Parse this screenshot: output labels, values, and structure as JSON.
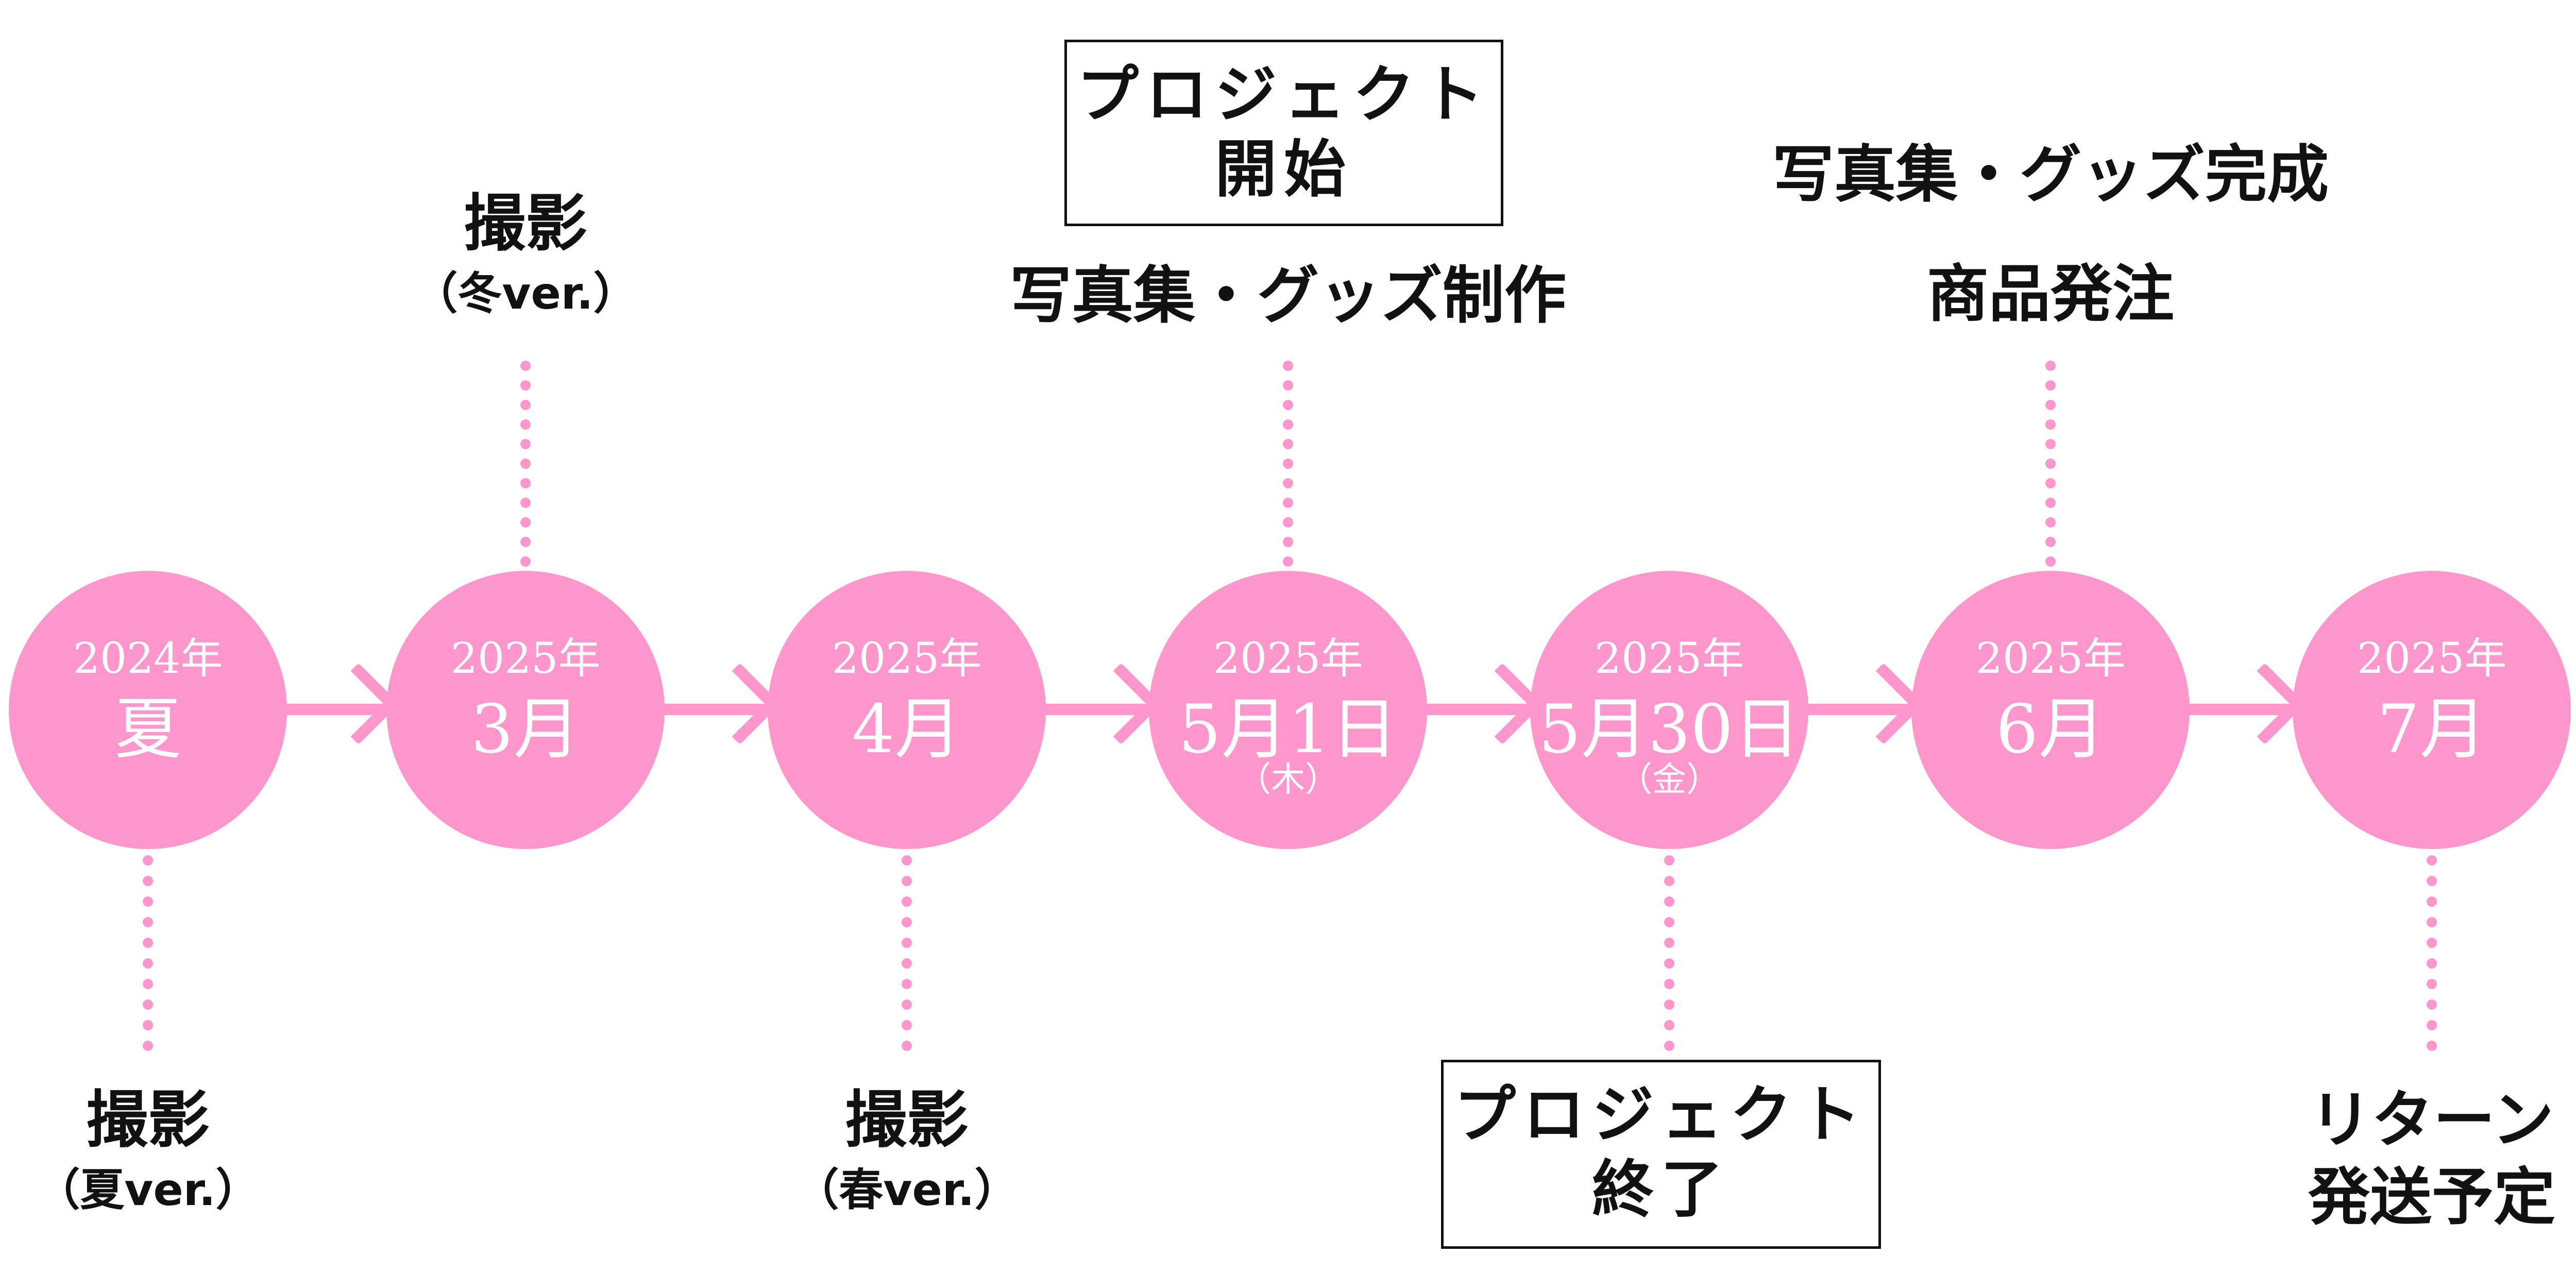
{
  "colors": {
    "accent": "#ff96cc",
    "text": "#111111"
  },
  "milestones": [
    {
      "year": "2024年",
      "label": "夏",
      "day": ""
    },
    {
      "year": "2025年",
      "label": "3月",
      "day": ""
    },
    {
      "year": "2025年",
      "label": "4月",
      "day": ""
    },
    {
      "year": "2025年",
      "label": "5月1日",
      "day": "（木）"
    },
    {
      "year": "2025年",
      "label": "5月30日",
      "day": "（金）"
    },
    {
      "year": "2025年",
      "label": "6月",
      "day": ""
    },
    {
      "year": "2025年",
      "label": "7月",
      "day": ""
    }
  ],
  "events": {
    "summer_shoot": {
      "title": "撮影",
      "sub": "（夏ver.）"
    },
    "march_shoot": {
      "title": "撮影",
      "sub": "（冬ver.）"
    },
    "april_shoot": {
      "title": "撮影",
      "sub": "（春ver.）"
    },
    "project_start": {
      "line1": "プロジェクト",
      "line2": "開始",
      "note": "写真集・グッズ制作"
    },
    "project_end": {
      "line1": "プロジェクト",
      "line2": "終了"
    },
    "june": {
      "line1": "写真集・グッズ完成",
      "line2": "商品発注"
    },
    "july": {
      "line1": "リターン",
      "line2": "発送予定"
    }
  }
}
